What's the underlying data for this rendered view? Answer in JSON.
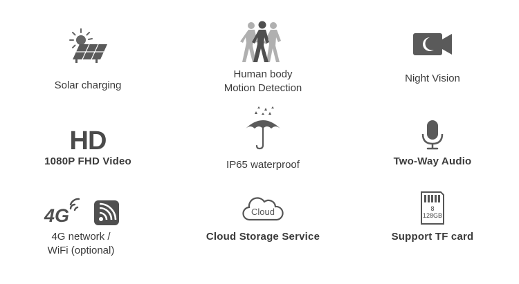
{
  "features": {
    "solar": {
      "label": "Solar charging",
      "icon": "solar-panel-icon"
    },
    "motion": {
      "label_line1": "Human body",
      "label_line2": "Motion Detection",
      "icon": "walking-people-icon"
    },
    "night": {
      "label": "Night Vision",
      "icon": "night-camera-icon"
    },
    "hd": {
      "badge": "HD",
      "label": "1080P FHD Video",
      "icon": "hd-icon"
    },
    "waterproof": {
      "label": "IP65 waterproof",
      "icon": "umbrella-rain-icon"
    },
    "audio": {
      "label": "Two-Way Audio",
      "icon": "microphone-icon"
    },
    "network": {
      "badge": "4G",
      "label_line1": "4G network /",
      "label_line2": "WiFi (optional)",
      "icon": "wifi-icon"
    },
    "cloud": {
      "badge": "Cloud",
      "label": "Cloud Storage Service",
      "icon": "cloud-icon"
    },
    "tfcard": {
      "card_line1": "8",
      "card_line2": "128GB",
      "label": "Support TF card",
      "icon": "sd-card-icon"
    }
  },
  "colors": {
    "icon": "#555555",
    "text": "#3a3a3a",
    "background": "#ffffff"
  }
}
